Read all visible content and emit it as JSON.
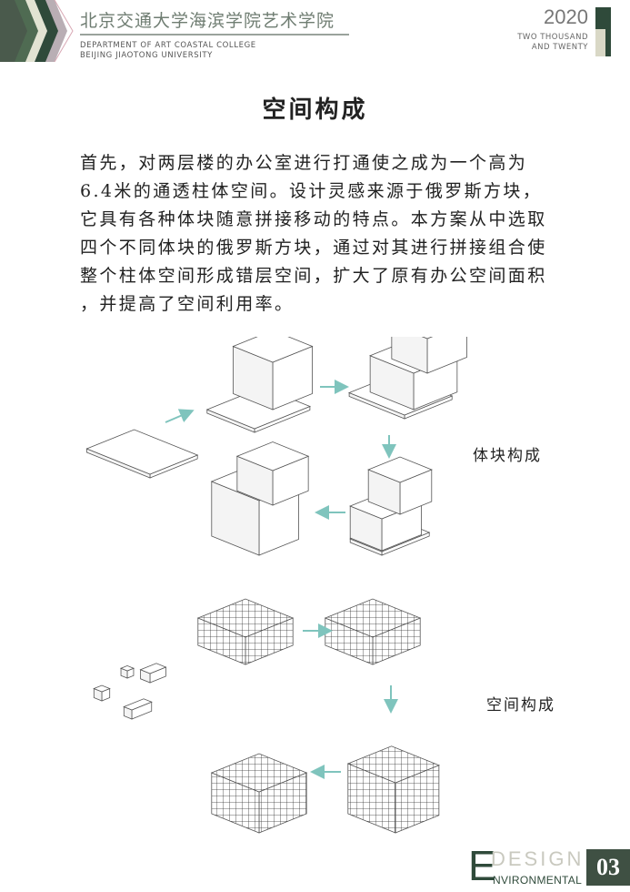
{
  "header": {
    "title_cn": "北京交通大学海滨学院艺术学院",
    "dept_en": "DEPARTMENT OF ART COASTAL COLLEGE",
    "univ_en": "BEIJING JIAOTONG UNIVERSITY",
    "year": "2020",
    "year_en_1": "TWO THOUSAND",
    "year_en_2": "AND TWENTY"
  },
  "title": "空间构成",
  "paragraph": [
    "首先，对两层楼的办公室进行打通使之成为一个高为",
    "6.4米的通透柱体空间。设计灵感来源于俄罗斯方块，",
    "它具有各种体块随意拼接移动的特点。本方案从中选取",
    "四个不同体块的俄罗斯方块，通过对其进行拼接组合使",
    "整个柱体空间形成错层空间，扩大了原有办公空间面积",
    "，并提高了空间利用率。"
  ],
  "labels": {
    "blocks": "体块构成",
    "space": "空间构成"
  },
  "footer": {
    "e": "E",
    "design": "DESIGN",
    "environmental": "NVIRONMENTAL",
    "page": "03"
  },
  "colors": {
    "dark_green": "#2f4a3a",
    "arrow": "#7fc4bd"
  }
}
